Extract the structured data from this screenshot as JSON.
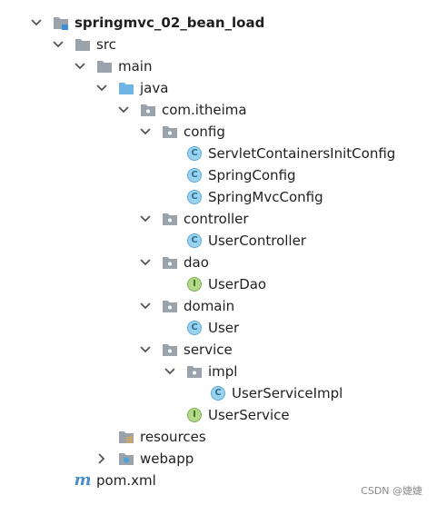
{
  "tree": {
    "module": {
      "label": "springmvc_02_bean_load"
    },
    "src": {
      "label": "src"
    },
    "main": {
      "label": "main"
    },
    "java": {
      "label": "java"
    },
    "package": {
      "label": "com.itheima"
    },
    "config": {
      "label": "config",
      "classes": [
        "ServletContainersInitConfig",
        "SpringConfig",
        "SpringMvcConfig"
      ]
    },
    "controller": {
      "label": "controller",
      "classes": [
        "UserController"
      ]
    },
    "dao": {
      "label": "dao",
      "interfaces": [
        "UserDao"
      ]
    },
    "domain": {
      "label": "domain",
      "classes": [
        "User"
      ]
    },
    "service": {
      "label": "service",
      "impl": {
        "label": "impl",
        "classes": [
          "UserServiceImpl"
        ]
      },
      "interfaces": [
        "UserService"
      ]
    },
    "resources": {
      "label": "resources"
    },
    "webapp": {
      "label": "webapp"
    },
    "pom": {
      "label": "pom.xml"
    }
  },
  "icons": {
    "class_badge_letter": "C",
    "interface_badge_letter": "I",
    "maven_letter": "m"
  },
  "colors": {
    "folder_gray": "#9aa2ab",
    "folder_blue": "#6fb5e6",
    "class_badge": "#9ad3f0",
    "interface_badge": "#b3d88a",
    "maven": "#4a8fc9"
  },
  "watermark": "CSDN @婕婕"
}
